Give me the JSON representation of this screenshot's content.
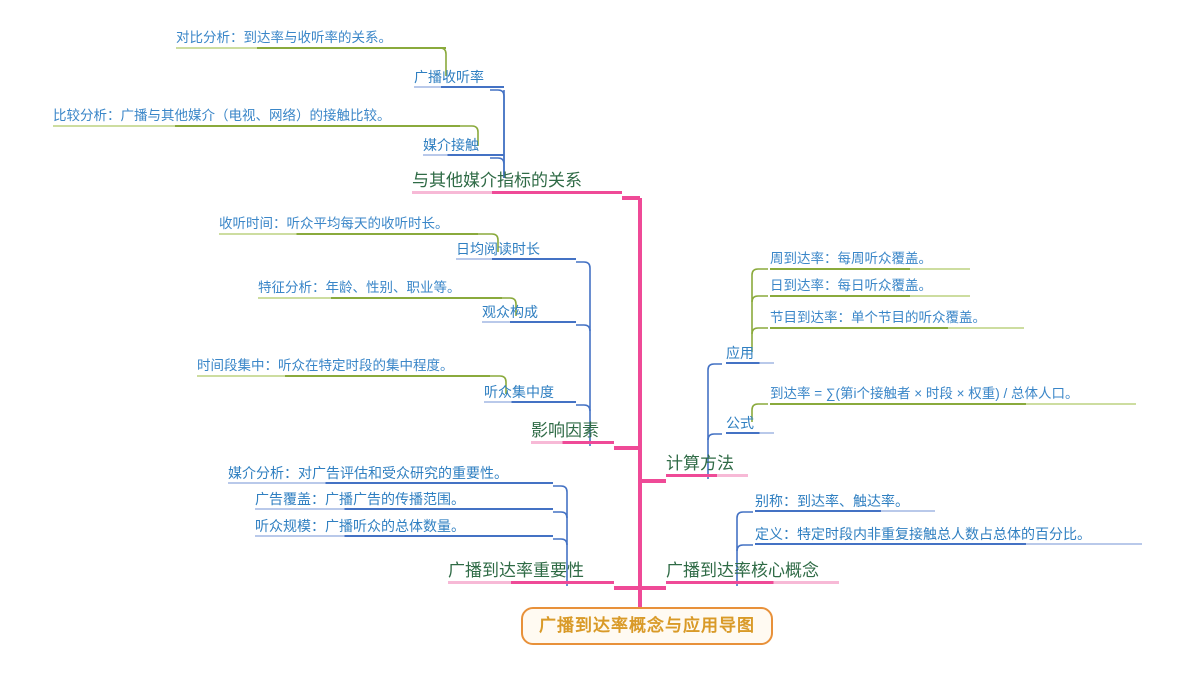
{
  "root": {
    "label": "广播到达率概念与应用导图"
  },
  "colors": {
    "root_border": "#e8913a",
    "root_text": "#d99a28",
    "trunk_pink": "#ef4a97",
    "level1_text": "#2f6b46",
    "level2_line": "#4472c4",
    "level2_text": "#2f7fc1",
    "level3_line": "#8aaa3c",
    "level3_text": "#3a86c8"
  },
  "branches": [
    {
      "id": "media-relation",
      "label": "与其他媒介指标的关系",
      "side": "left",
      "children": [
        {
          "label": "广播收听率",
          "leaves": [
            "对比分析：到达率与收听率的关系。"
          ]
        },
        {
          "label": "媒介接触",
          "leaves": [
            "比较分析：广播与其他媒介（电视、网络）的接触比较。"
          ]
        }
      ]
    },
    {
      "id": "influence-factors",
      "label": "影响因素",
      "side": "left",
      "children": [
        {
          "label": "日均阅读时长",
          "leaves": [
            "收听时间：听众平均每天的收听时长。"
          ]
        },
        {
          "label": "观众构成",
          "leaves": [
            "特征分析：年龄、性别、职业等。"
          ]
        },
        {
          "label": "听众集中度",
          "leaves": [
            "时间段集中：听众在特定时段的集中程度。"
          ]
        }
      ]
    },
    {
      "id": "importance",
      "label": "广播到达率重要性",
      "side": "left",
      "children": [
        {
          "label": "媒介分析：对广告评估和受众研究的重要性。",
          "leaves": []
        },
        {
          "label": "广告覆盖：广播广告的传播范围。",
          "leaves": []
        },
        {
          "label": "听众规模：广播听众的总体数量。",
          "leaves": []
        }
      ]
    },
    {
      "id": "calc-method",
      "label": "计算方法",
      "side": "right",
      "children": [
        {
          "label": "应用",
          "leaves": [
            "周到达率：每周听众覆盖。",
            "日到达率：每日听众覆盖。",
            "节目到达率：单个节目的听众覆盖。"
          ]
        },
        {
          "label": "公式",
          "leaves": [
            "到达率 = ∑(第i个接触者 × 时段 × 权重) / 总体人口。"
          ]
        }
      ]
    },
    {
      "id": "core-concept",
      "label": "广播到达率核心概念",
      "side": "right",
      "children": [
        {
          "label": "别称：到达率、触达率。",
          "leaves": []
        },
        {
          "label": "定义：特定时段内非重复接触总人数占总体的百分比。",
          "leaves": []
        }
      ]
    }
  ]
}
